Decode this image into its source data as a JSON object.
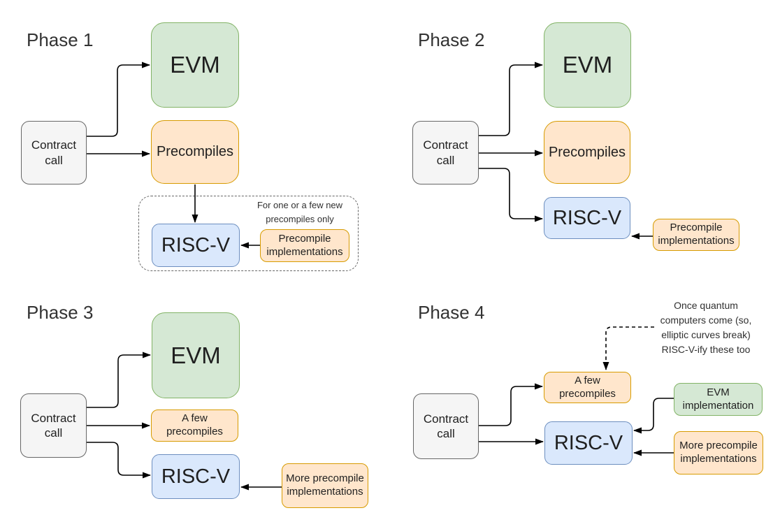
{
  "colors": {
    "green_fill": "#d5e8d4",
    "green_stroke": "#82b366",
    "orange_fill": "#ffe6cc",
    "orange_stroke": "#d79b00",
    "blue_fill": "#dae8fc",
    "blue_stroke": "#6c8ebf",
    "gray_fill": "#f5f5f5",
    "gray_stroke": "#666666",
    "dash_stroke": "#666666",
    "arrow": "#000000"
  },
  "phases": [
    {
      "title": "Phase 1",
      "nodes": {
        "contract_call": "Contract call",
        "evm": "EVM",
        "precompiles": "Precompiles",
        "riscv": "RISC-V",
        "precompile_implementations": "Precompile implementations"
      },
      "note": "For one or a few new precompiles only"
    },
    {
      "title": "Phase 2",
      "nodes": {
        "contract_call": "Contract call",
        "evm": "EVM",
        "precompiles": "Precompiles",
        "riscv": "RISC-V",
        "precompile_implementations": "Precompile implementations"
      }
    },
    {
      "title": "Phase 3",
      "nodes": {
        "contract_call": "Contract call",
        "evm": "EVM",
        "a_few_precompiles": "A few precompiles",
        "riscv": "RISC-V",
        "more_precompile_implementations": "More precompile implementations"
      }
    },
    {
      "title": "Phase 4",
      "nodes": {
        "contract_call": "Contract call",
        "a_few_precompiles": "A few precompiles",
        "riscv": "RISC-V",
        "evm_implementation": "EVM implementation",
        "more_precompile_implementations": "More precompile implementations"
      },
      "note": "Once quantum computers come (so, elliptic curves break) RISC-V-ify these too"
    }
  ]
}
